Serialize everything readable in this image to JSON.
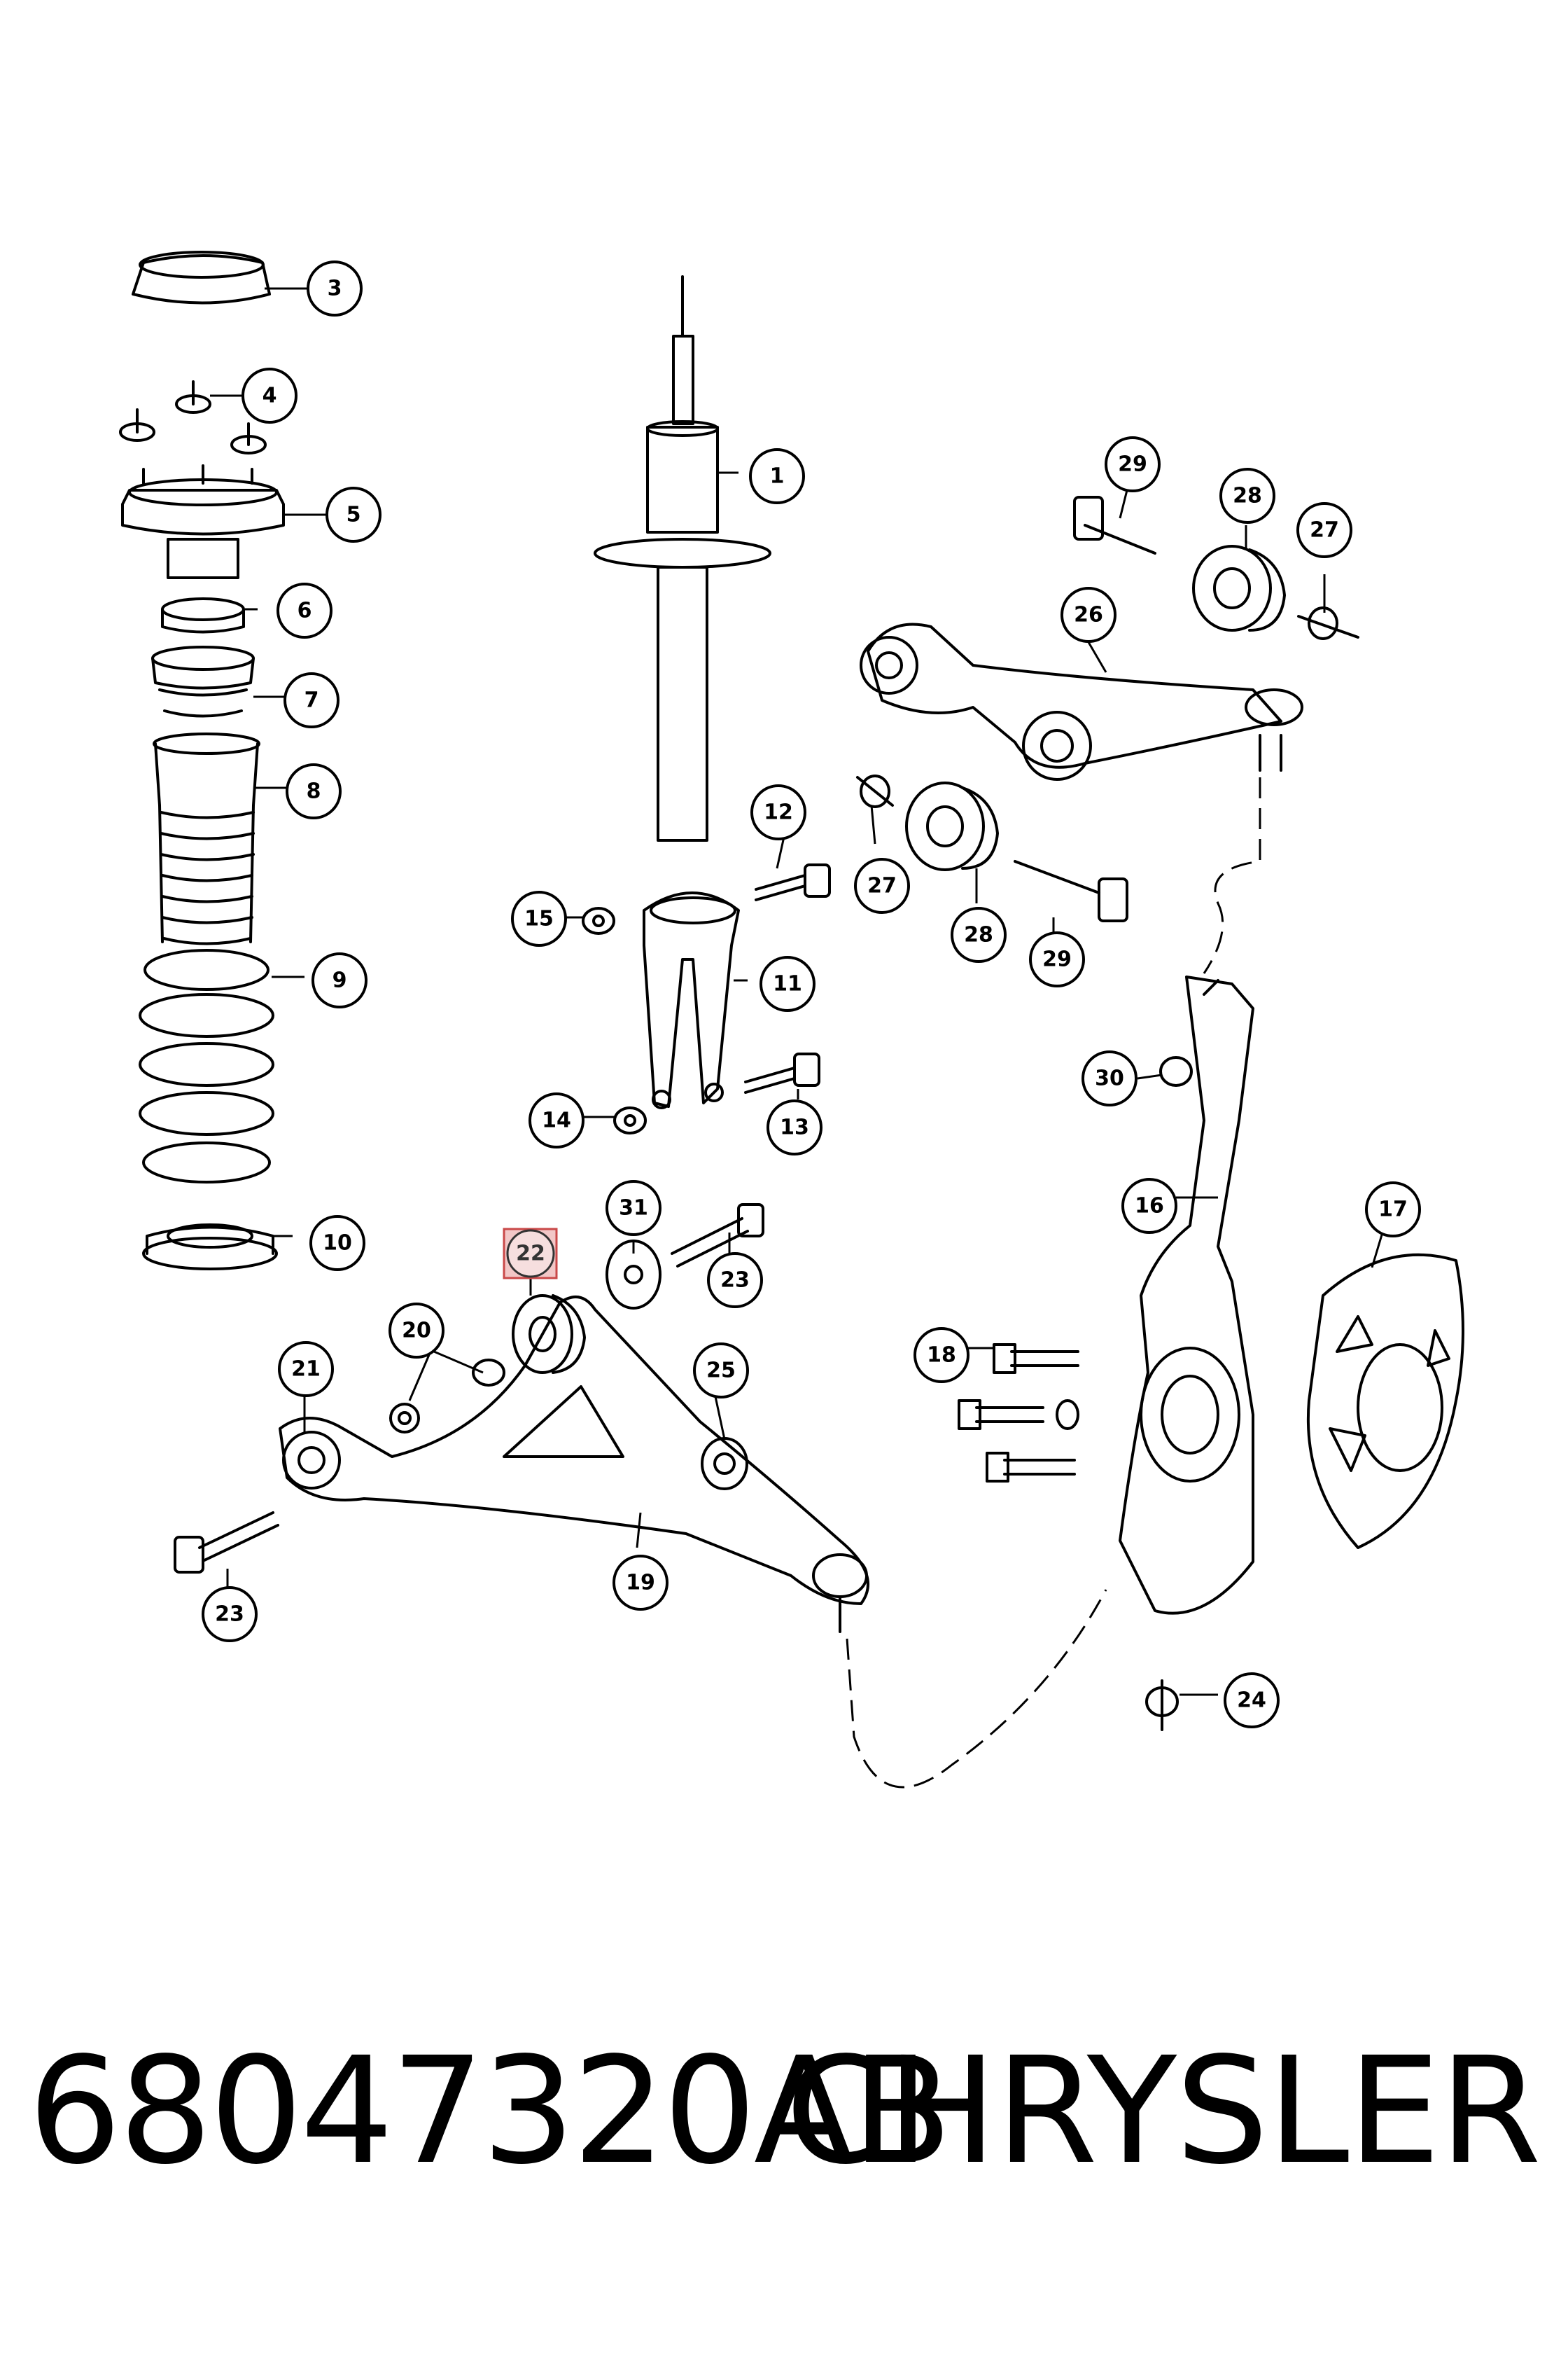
{
  "callouts": [
    {
      "label": "1"
    },
    {
      "label": "3"
    },
    {
      "label": "4"
    },
    {
      "label": "5"
    },
    {
      "label": "6"
    },
    {
      "label": "7"
    },
    {
      "label": "8"
    },
    {
      "label": "9"
    },
    {
      "label": "10"
    },
    {
      "label": "11"
    },
    {
      "label": "12"
    },
    {
      "label": "13"
    },
    {
      "label": "14"
    },
    {
      "label": "15"
    },
    {
      "label": "16"
    },
    {
      "label": "17"
    },
    {
      "label": "18"
    },
    {
      "label": "19"
    },
    {
      "label": "20"
    },
    {
      "label": "21"
    },
    {
      "label": "22",
      "highlighted": true
    },
    {
      "label": "23"
    },
    {
      "label": "23"
    },
    {
      "label": "24"
    },
    {
      "label": "25"
    },
    {
      "label": "26"
    },
    {
      "label": "27"
    },
    {
      "label": "27"
    },
    {
      "label": "28"
    },
    {
      "label": "28"
    },
    {
      "label": "29"
    },
    {
      "label": "29"
    },
    {
      "label": "30"
    },
    {
      "label": "31"
    }
  ],
  "footer": {
    "part_number": "68047320AB",
    "brand": "CHRYSLER"
  },
  "colors": {
    "line": "#000000",
    "highlight_fill": "#f2c7c7",
    "highlight_border": "#c94848"
  }
}
